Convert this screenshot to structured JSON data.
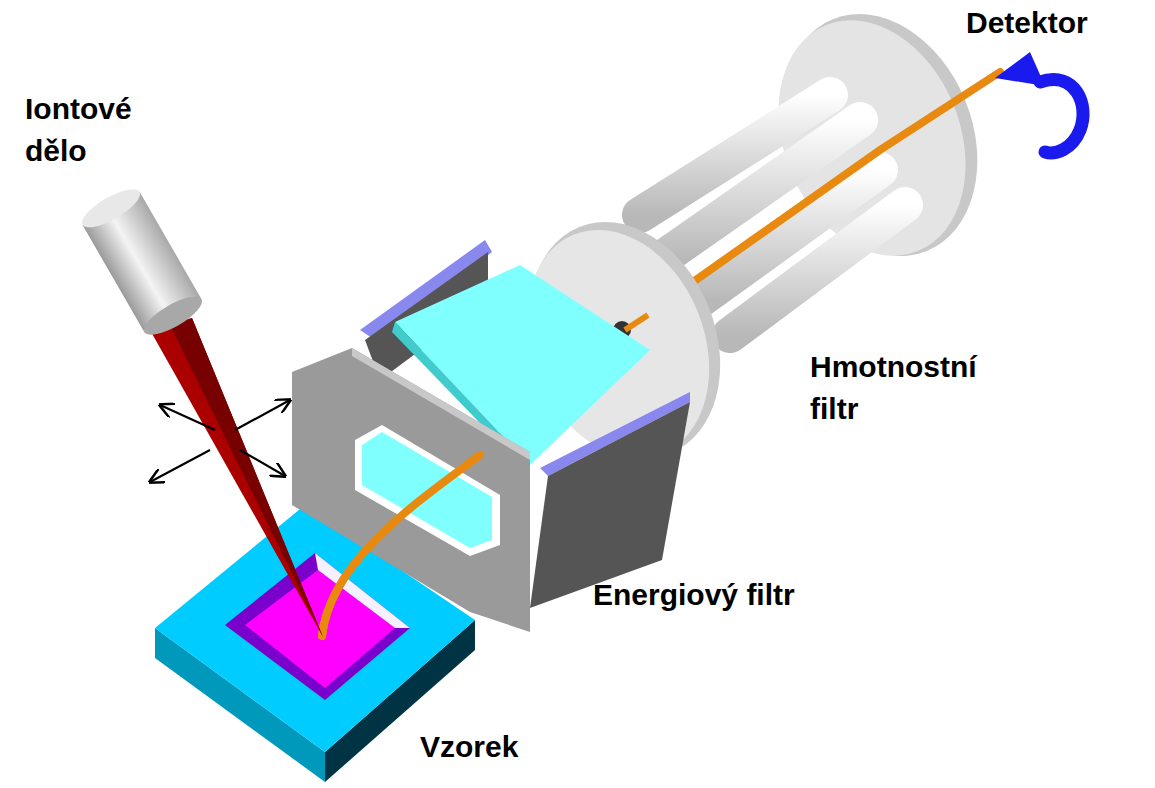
{
  "diagram": {
    "labels": [
      "Iontové dělo",
      "Detektor",
      "Hmotnostní filtr",
      "Energiový filtr",
      "Vzorek"
    ]
  }
}
